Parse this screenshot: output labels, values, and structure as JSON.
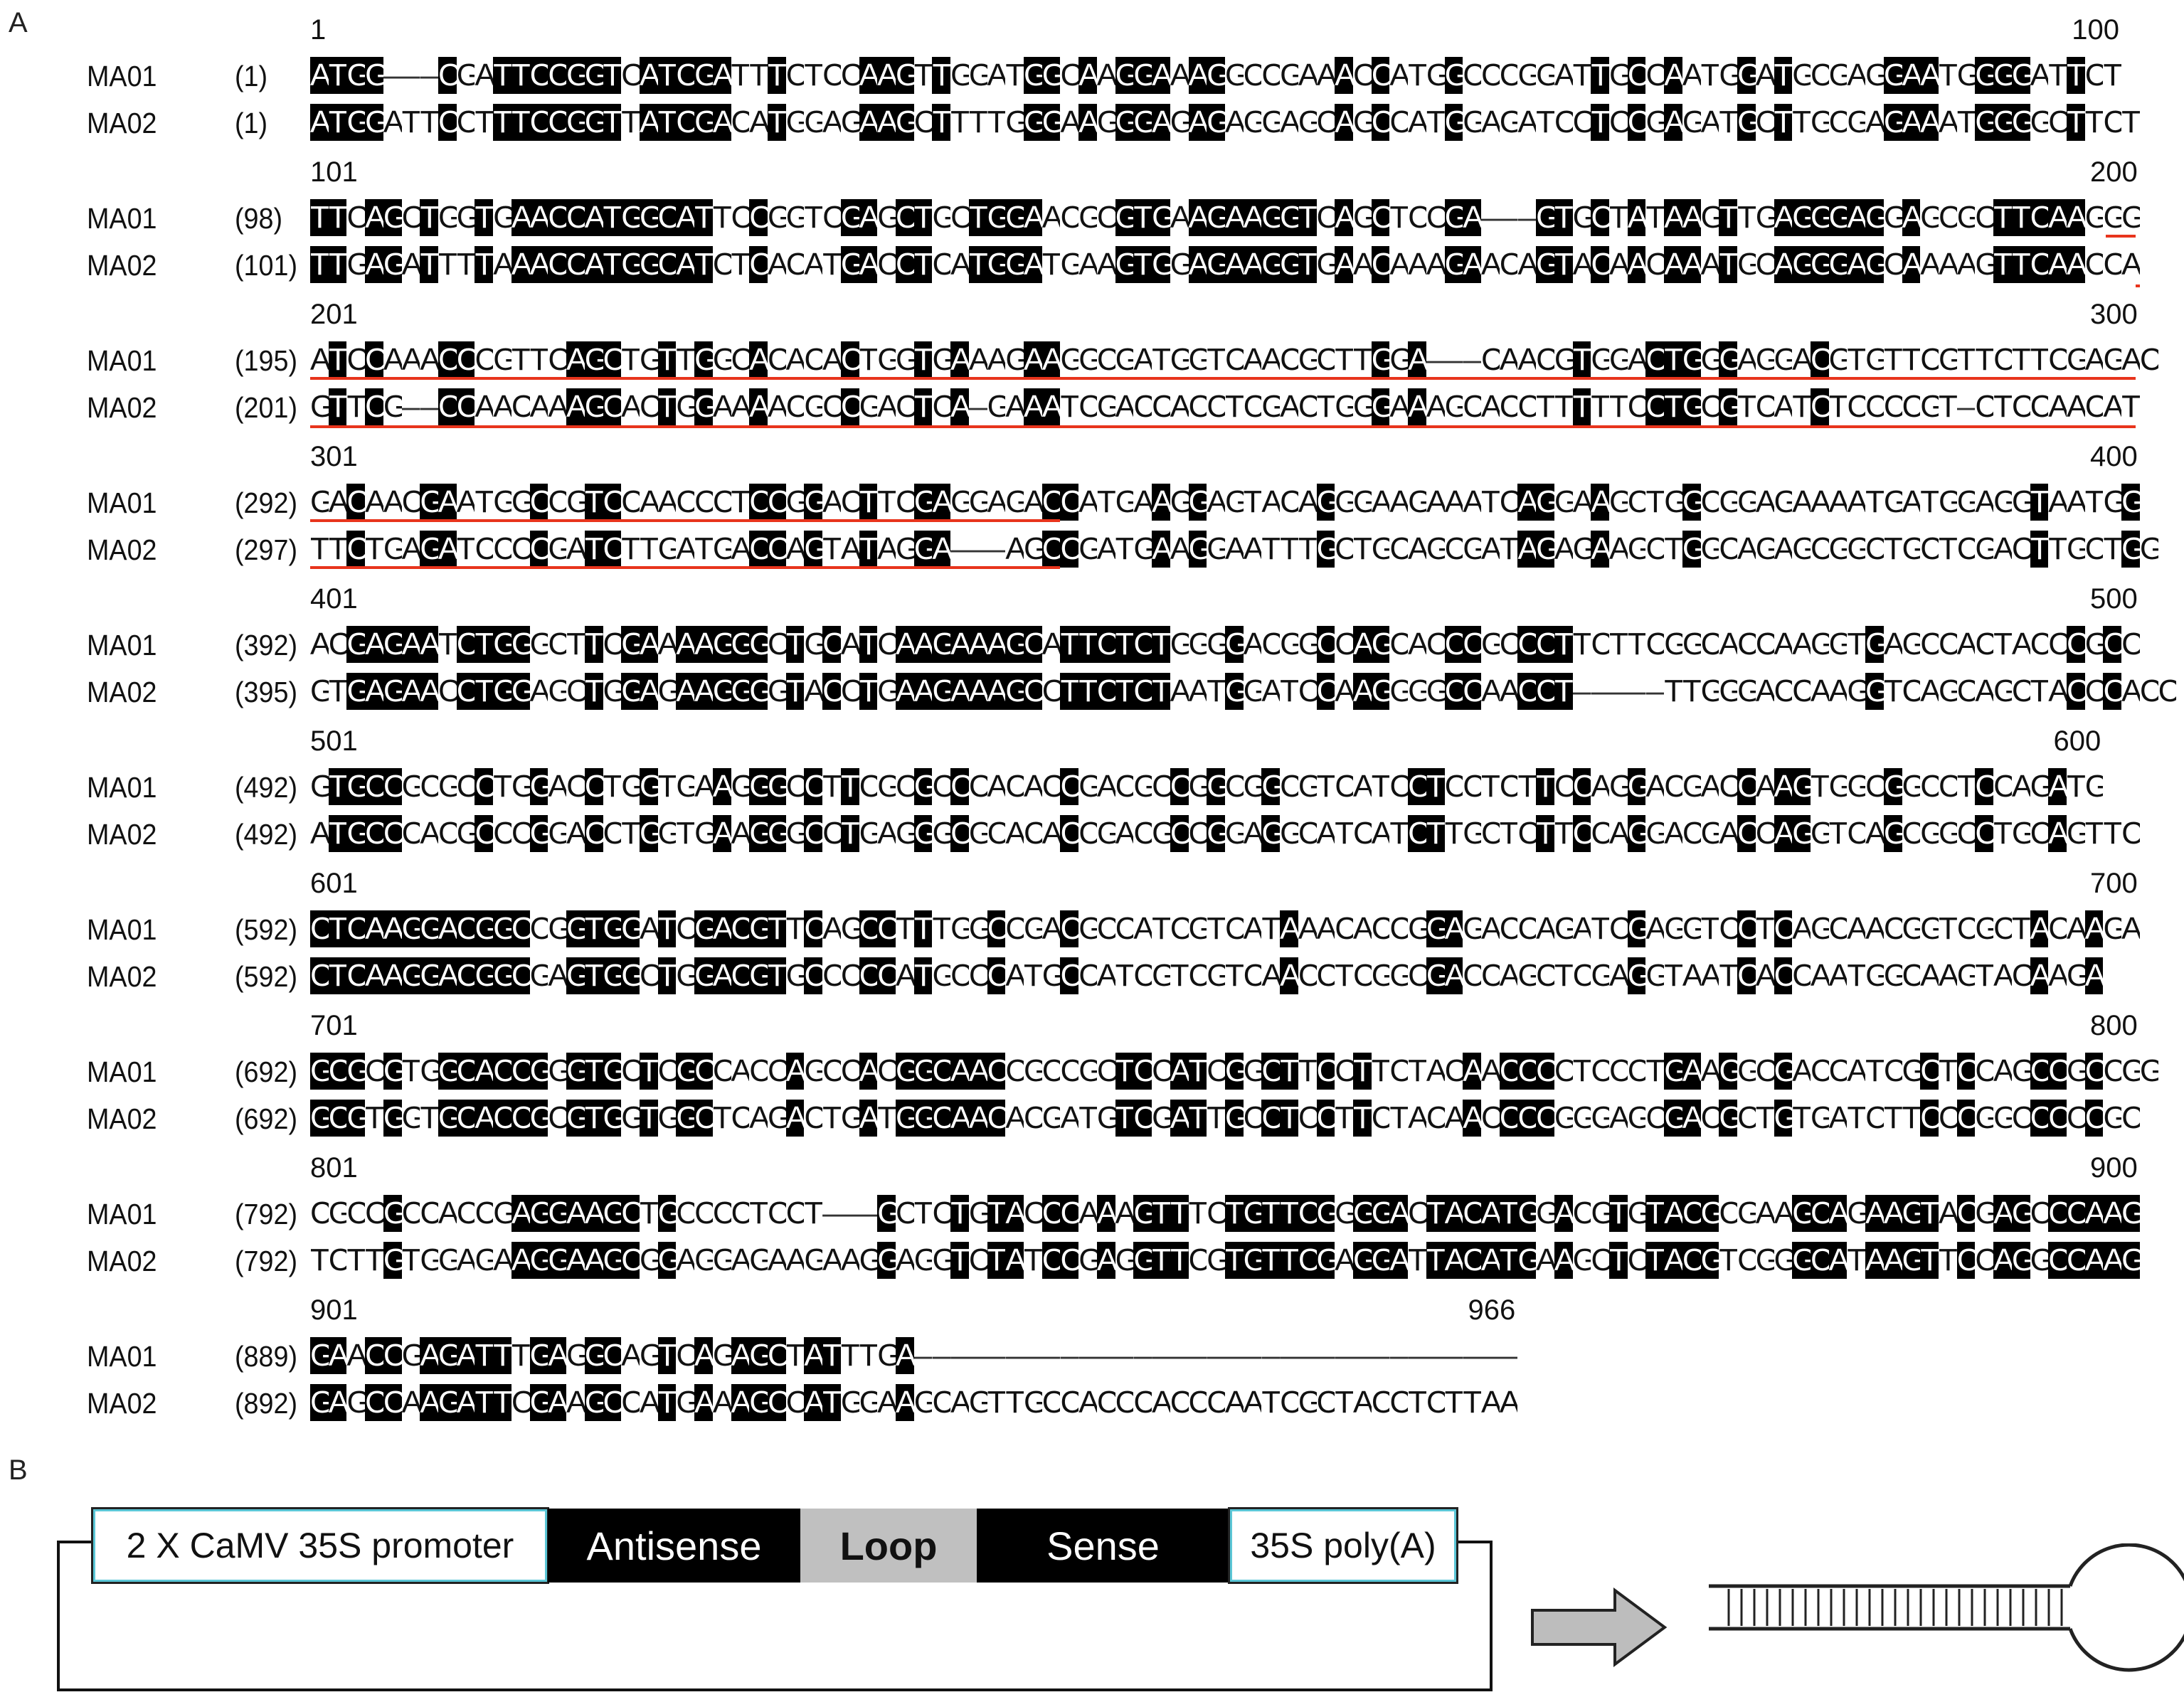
{
  "panels": {
    "a": "A",
    "b": "B"
  },
  "alignment": {
    "blocks": [
      {
        "start": "1",
        "end": "100",
        "rows": [
          {
            "name": "MA01",
            "pos": "(1)",
            "seq": "ATGG---CGATTCCGGTCATCGATTTCTCCAAGTTGGATGGCAAGGAAAGGCCGAAACCATGGCCCGGATTGCCAATGGATGCGAGGAATGGGGATTCT"
          },
          {
            "name": "MA02",
            "pos": "(1)",
            "seq": "ATGGATTCCTTTCCGGTTATCGACATGGAGAAGCTTTTGGGAAGGGAGAGAGGAGCAGCCATGGAGATCCTCCGAGATGCTTGCGAGAAATGGGGCTTCT"
          }
        ]
      },
      {
        "start": "101",
        "end": "200",
        "rows": [
          {
            "name": "MA01",
            "pos": "(98)",
            "seq": "TTCAGCTGGTGAACCATGGCATTCCGGTCGAGCTGCTGGAACGCGTGAAGAAGGTCAGCTCCGA---GTGCTATAAGTTGAGGGAGGAGCGCTTCAAGGG"
          },
          {
            "name": "MA02",
            "pos": "(101)",
            "seq": "TTGAGATTTTAAACCATGGCATCTCACATGACCTCATGGATGAAGTGGAGAAGGTGAACAAAGAACAGTACAACAAATGCAGGGAGCAAAAGTTCAACCA"
          }
        ]
      },
      {
        "start": "201",
        "end": "300",
        "rows": [
          {
            "name": "MA01",
            "pos": "(195)",
            "seq": "ATCCAAACCCGTTCAGCTGTTGGCACACACTGGTGAAAGAAGGCGATGGTCAACGCTTGGA---CAACGTGGACTGGGAGGACGTGTTCGTTCTTCGAGAC"
          },
          {
            "name": "MA02",
            "pos": "(201)",
            "seq": "GTTCG--CCAACAAAGCACTGGAAAACGCCGACTCA-GAAATCGACCACCTCGACTGGGAAAGCACCTTTTTCCTGCGTCATCTCCCCGT-CTCCAACAT"
          }
        ]
      },
      {
        "start": "301",
        "end": "400",
        "rows": [
          {
            "name": "MA01",
            "pos": "(292)",
            "seq": "GACAACGAATGGCCGTCCAACCCTCCGGACTTCGAGGAGACCATGAAGGAGTACAGGGAAGAAATCAGGAAGCTGGCGGAGAAAATGATGGAGGTAATGG"
          },
          {
            "name": "MA02",
            "pos": "(297)",
            "seq": "TTCTGAGATCCCCGATCTTGATGACCAGTATAGGA---AGCCGATGAAGGAATTTGCTGCAGCGATAGAGAAGCTGGCAGAGCGGCTGCTCGACTTGCTGG"
          }
        ]
      },
      {
        "start": "401",
        "end": "500",
        "rows": [
          {
            "name": "MA01",
            "pos": "(392)",
            "seq": "ACGAGAATCTGGGCTTCGAAAAGGGCTGCATCAAGAAAGCATTCTCTGGGGACGGCCAGCACCCGCCCTTCTTCGGCACCAAGGTGAGCCACTACCCGCC"
          },
          {
            "name": "MA02",
            "pos": "(395)",
            "seq": "GTGAGAACCTGGAGCTGGAGAAGGGGTACCTGAAGAAAGCCTTCTCTAATGGATCCAAGGGGCCAACCT-----TTGGGACCAAGGTCAGCAGCTACCCACC"
          }
        ]
      },
      {
        "start": "501",
        "end": "600",
        "rows": [
          {
            "name": "MA01",
            "pos": "(492)",
            "seq": "GTGCCGCGCCTGGACCTGGTGAAGGGCCTTCGCGCCCACACCGACGCCGGCGGCGTCATCCTCCTCTTCCAGGACGACCAAGTGGCGGCCTCCAGATG"
          },
          {
            "name": "MA02",
            "pos": "(492)",
            "seq": "ATGCCCACGCCCGGACCTGGTGAAGGGCCTGAGGGCGCACACCGACGCCGGAGGCATCATCTTGCTCTTCCAGGACGACCAGGTCAGCGGCCTGCAGTTC"
          }
        ]
      },
      {
        "start": "601",
        "end": "700",
        "rows": [
          {
            "name": "MA01",
            "pos": "(592)",
            "seq": "CTCAAGGACGGCCGGTGGATCGACGTTCAGCCTTTGGCCGACGCCATCGTCATAAACACCGGAGACCAGATCGAGGTCCTCAGCAACGGTCGCTACAAGA"
          },
          {
            "name": "MA02",
            "pos": "(592)",
            "seq": "CTCAAGGACGGCGAGTGGCTGGACGTGCCCCCATGCCCATGCCATCGTCGTCAACCTCGGCGACCAGCTCGAGGTAATCACCAATGGCAAGTACAAGA"
          }
        ]
      },
      {
        "start": "701",
        "end": "800",
        "rows": [
          {
            "name": "MA01",
            "pos": "(692)",
            "seq": "GCGCGTGGCACCGGGTGCTCGCCACCAGCCACGGCAACCGCCGCTCCATCGGCTTCCTTCTACAACCCCTCCCTGAAGGCGACCATCGCTCCAGCCGCCGG"
          },
          {
            "name": "MA02",
            "pos": "(692)",
            "seq": "GCGTGGTGCACCGCGTGGTGGCTCAGACTGATGGCAACACGATGTCGATTGCCTCCTTCTACAACCCCGGGAGCGACGCTGTGATCTTCCCGGCCCCCGC"
          }
        ]
      },
      {
        "start": "801",
        "end": "900",
        "rows": [
          {
            "name": "MA01",
            "pos": "(792)",
            "seq": "CGCCGCCACCGAGGAAGCTGCCCCTCCT---GCTCTGTACCCAAAGTTTCTGTTCGGGGACTACATGGACGTGTACGCGAAGCAGAAGTACGAGCCCAAG"
          },
          {
            "name": "MA02",
            "pos": "(792)",
            "seq": "TCTTGTGGAGAAGGAAGCGGAGGAGAAGAAGGAGGTCTATCCGAGGTTCGTGTTCGAGGATTACATGAAGCTCTACGTCGGGCATAAGTTCCAGGCCAAG"
          }
        ]
      },
      {
        "start": "901",
        "end": "966",
        "rows": [
          {
            "name": "MA01",
            "pos": "(889)",
            "seq": "GAACCGAGATTTGAGGCAGTCAGAGCTATTTGA---------------------------------"
          },
          {
            "name": "MA02",
            "pos": "(892)",
            "seq": "GAGCCAAGATTCGAAGCCATGAAAGCCATGGAAGCAGTTGCCACCCACCCAATCGCTACCTCTTAA"
          }
        ]
      }
    ]
  },
  "construct": {
    "promoter": "2 X CaMV 35S promoter",
    "antisense": "Antisense",
    "loop": "Loop",
    "sense": "Sense",
    "polya": "35S poly(A)"
  },
  "colors": {
    "identical": "#000000",
    "highlight": "#e8341c",
    "loop": "#c0c0c0",
    "boxborder": "#5bc6d6"
  }
}
